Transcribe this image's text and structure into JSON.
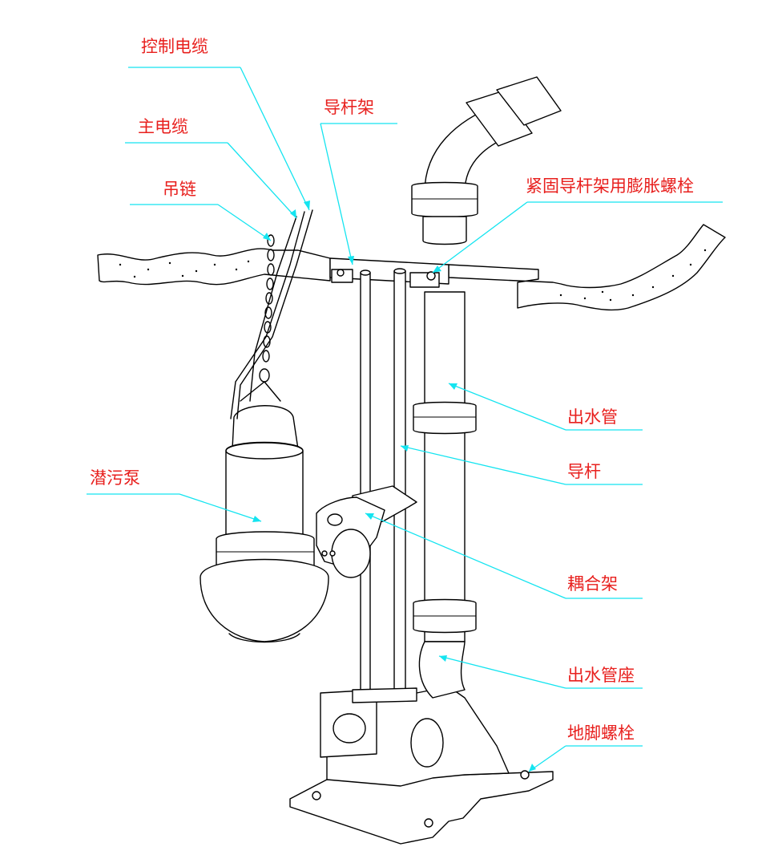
{
  "colors": {
    "label": "#e8201e",
    "leader": "#14e4f0",
    "line": "#000000",
    "background": "#ffffff"
  },
  "labels": {
    "control_cable": "控制电缆",
    "main_cable": "主电缆",
    "chain": "吊链",
    "guide_rod_frame": "导杆架",
    "expansion_bolt": "紧固导杆架用膨胀螺栓",
    "outlet_pipe": "出水管",
    "guide_rod": "导杆",
    "sewage_pump": "潜污泵",
    "coupling_frame": "耦合架",
    "outlet_pipe_base": "出水管座",
    "anchor_bolt": "地脚螺栓"
  }
}
